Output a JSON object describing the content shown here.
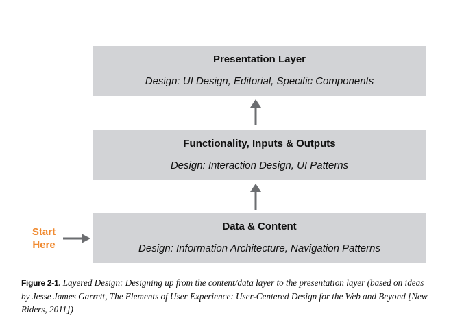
{
  "layers": [
    {
      "title": "Presentation Layer",
      "subtitle": "Design: UI Design, Editorial, Specific Components"
    },
    {
      "title": "Functionality, Inputs & Outputs",
      "subtitle": "Design: Interaction Design, UI Patterns"
    },
    {
      "title": "Data & Content",
      "subtitle": "Design: Information Architecture, Navigation Patterns"
    }
  ],
  "start": {
    "line1": "Start",
    "line2": "Here"
  },
  "caption": {
    "label": "Figure 2-1.",
    "text": "Layered Design: Designing up from the content/data layer to the presentation layer (based on ideas by Jesse James Garrett, The Elements of User Experience: User-Centered Design for the Web and Beyond [New Riders, 2011])"
  },
  "colors": {
    "layer_fill": "#d2d3d6",
    "arrow": "#6b6d70",
    "start_accent": "#f08a30",
    "text": "#111111"
  }
}
